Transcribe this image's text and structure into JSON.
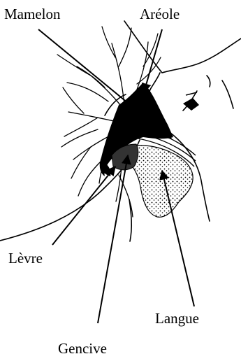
{
  "labels": {
    "mamelon": "Mamelon",
    "areole": "Aréole",
    "levre": "Lèvre",
    "langue": "Langue",
    "gencive": "Gencive"
  },
  "colors": {
    "ink": "#000000",
    "background": "#ffffff"
  }
}
